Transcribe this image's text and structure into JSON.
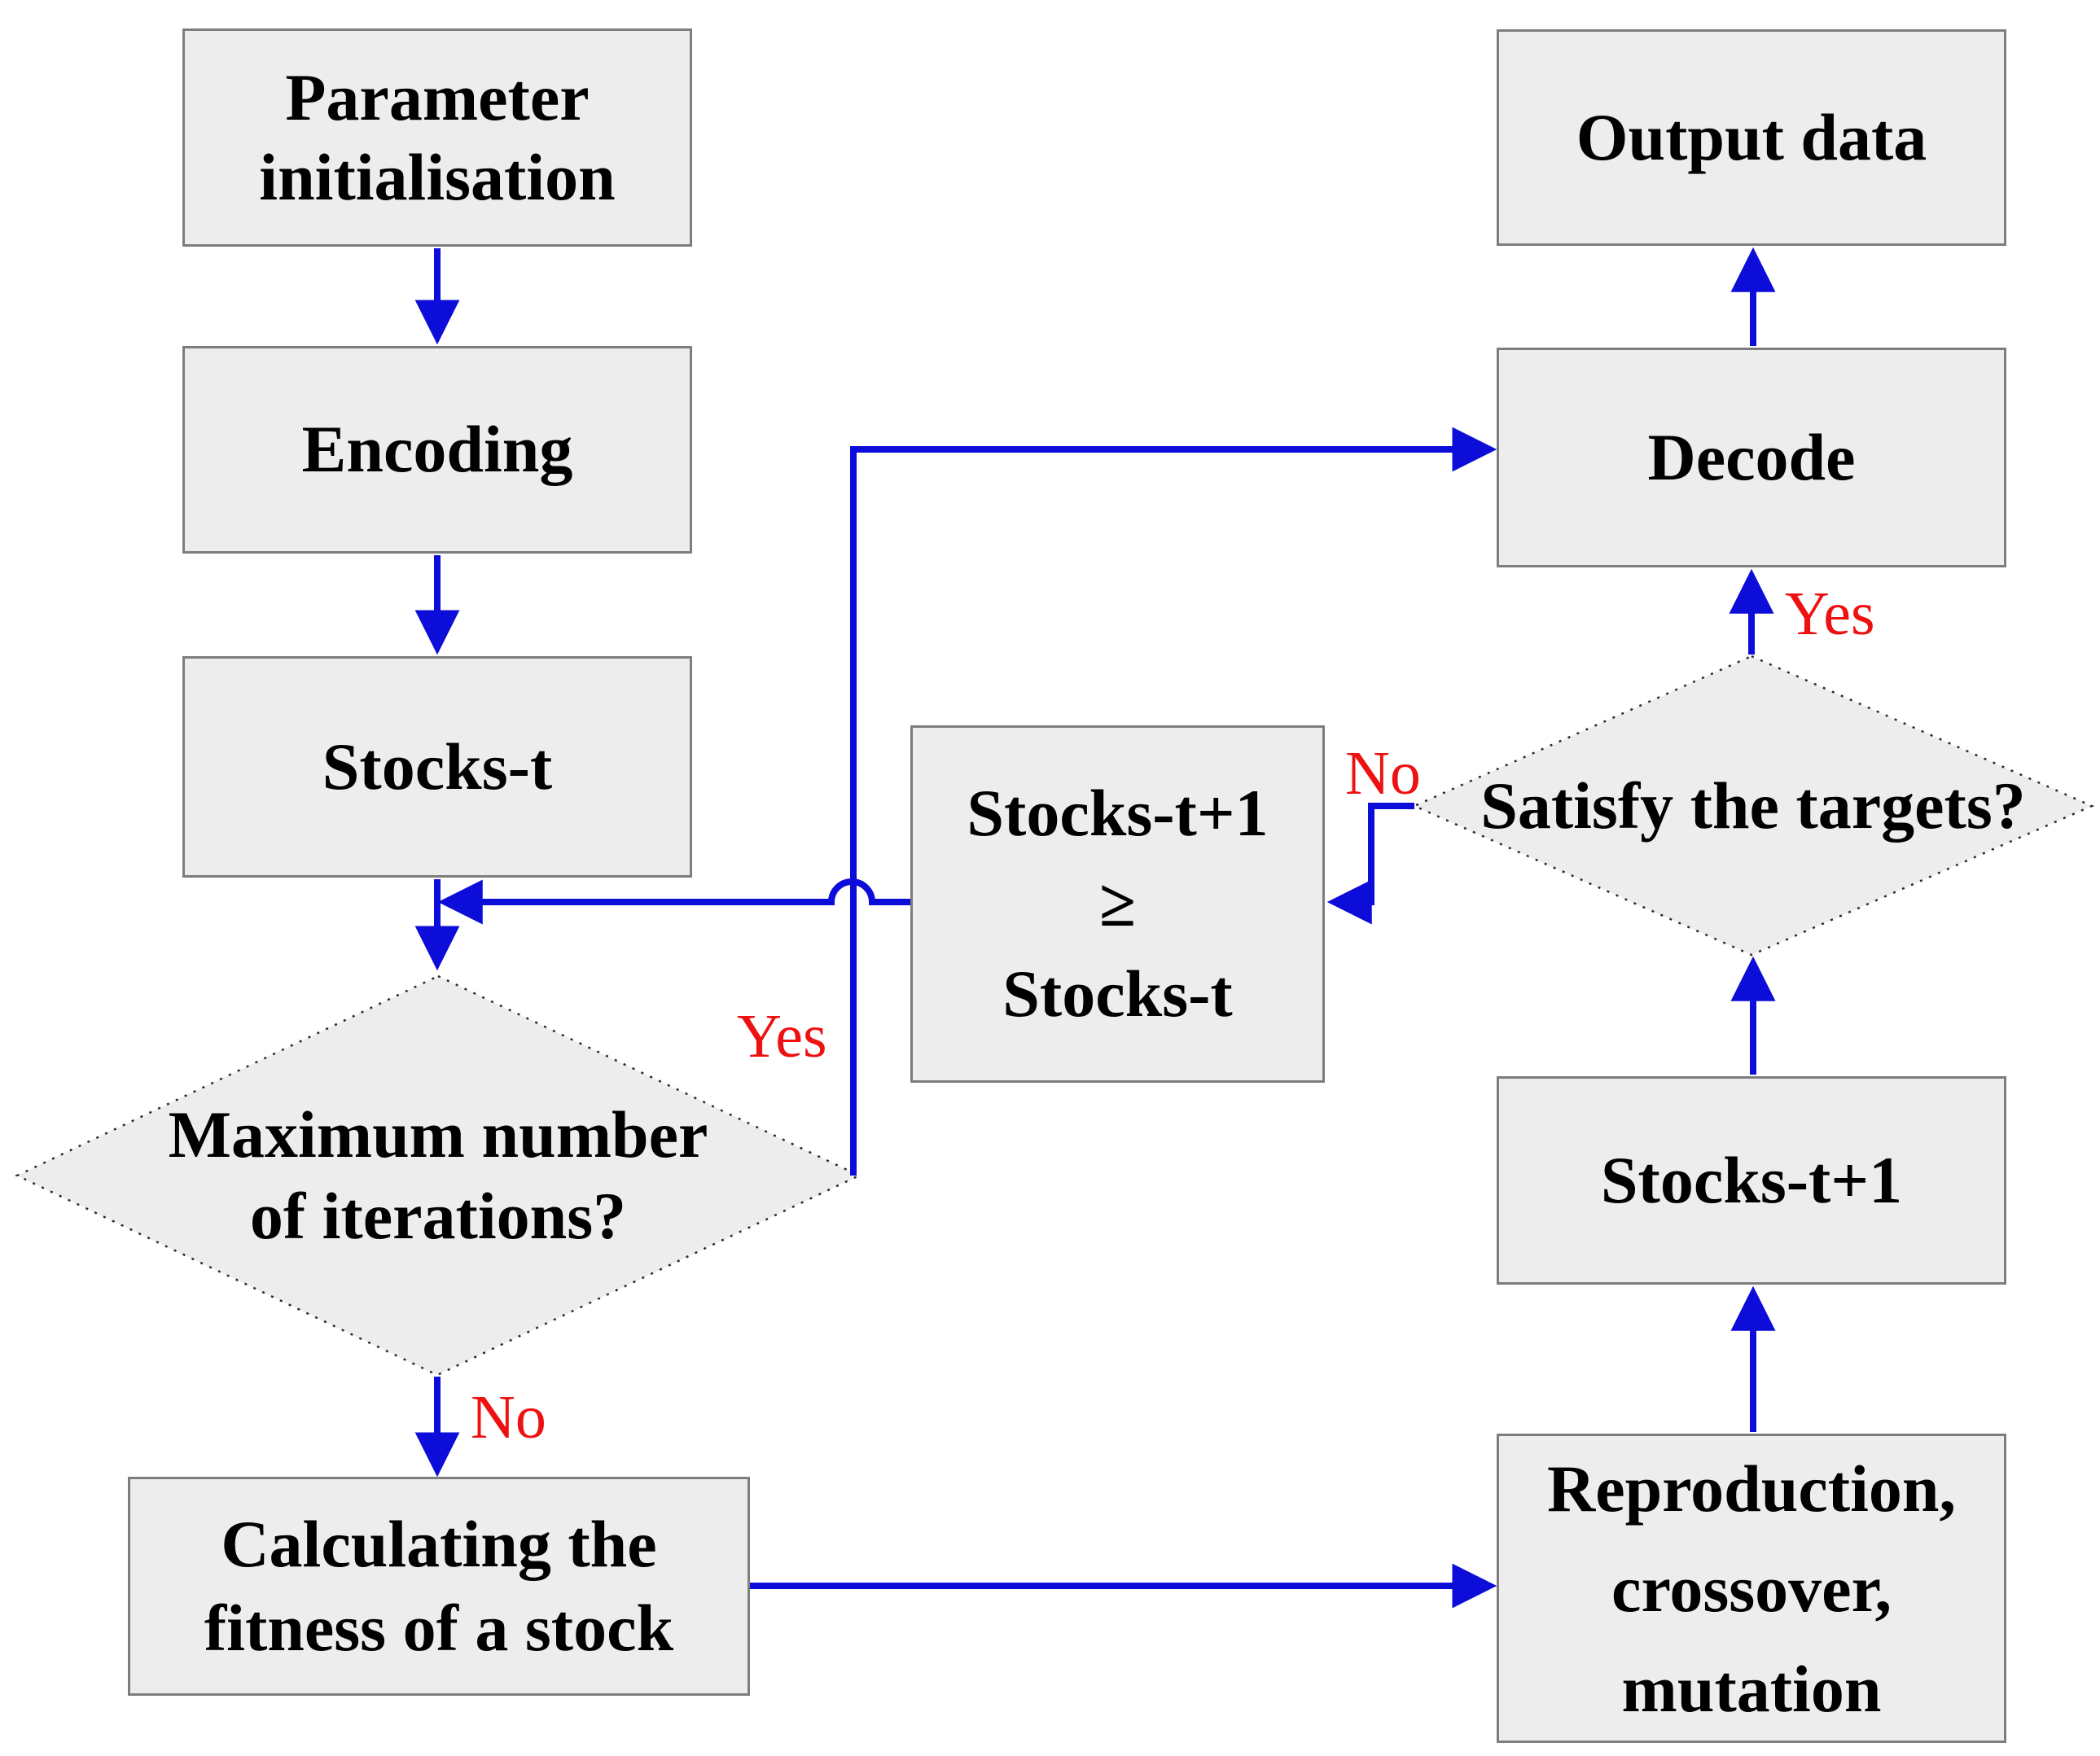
{
  "colors": {
    "arrow": "#0d0dd9",
    "label": "#ee1111",
    "node_fill": "#ededed",
    "node_border": "#7d7d7d",
    "diamond_border": "#2a2a2a",
    "text": "#000000"
  },
  "nodes": {
    "param": {
      "lines": [
        "Parameter",
        "initialisation"
      ]
    },
    "encoding": {
      "lines": [
        "Encoding"
      ]
    },
    "stocks_t": {
      "lines": [
        "Stocks-t"
      ]
    },
    "maxiter": {
      "lines": [
        "Maximum number",
        "of iterations?"
      ]
    },
    "calc": {
      "lines": [
        "Calculating the",
        "fitness of a stock"
      ]
    },
    "middle": {
      "lines": [
        "Stocks-t+1",
        "≥",
        "Stocks-t"
      ]
    },
    "output": {
      "lines": [
        "Output data"
      ]
    },
    "decode": {
      "lines": [
        "Decode"
      ]
    },
    "satisfy": {
      "lines": [
        "Satisfy the targets?"
      ]
    },
    "stocks_t1": {
      "lines": [
        "Stocks-t+1"
      ]
    },
    "repro": {
      "lines": [
        "Reproduction,",
        "crossover,",
        "mutation"
      ]
    }
  },
  "edge_labels": {
    "maxiter_no": "No",
    "maxiter_yes": "Yes",
    "satisfy_no": "No",
    "satisfy_yes": "Yes"
  }
}
